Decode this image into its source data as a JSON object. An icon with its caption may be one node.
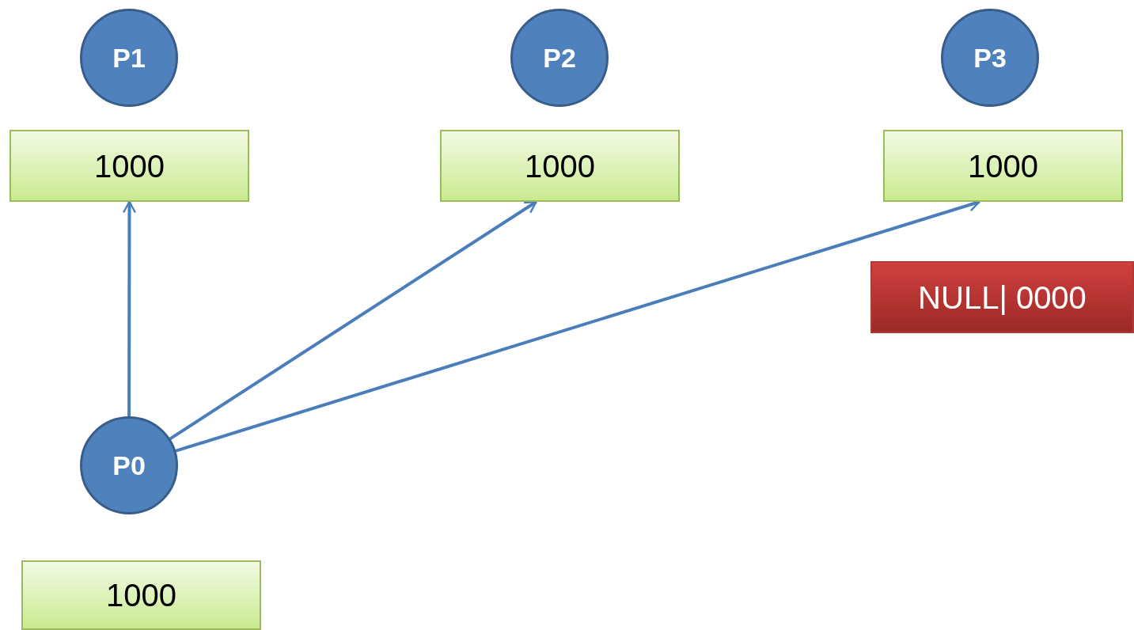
{
  "diagram": {
    "nodes": [
      {
        "text": [
          "P1"
        ]
      },
      {
        "text": [
          "1000"
        ]
      },
      {
        "text": [
          "P2"
        ]
      },
      {
        "text": [
          "1000"
        ]
      },
      {
        "text": [
          "P3"
        ]
      },
      {
        "text": [
          "1000"
        ]
      },
      {
        "text": [
          "NULL| 0000"
        ]
      },
      {
        "text": [
          "P0"
        ]
      },
      {
        "text": [
          "1000"
        ]
      }
    ],
    "edges": [
      {
        "from": 7,
        "to": 1,
        "arrow": "to"
      },
      {
        "from": 7,
        "to": 3,
        "arrow": "to"
      },
      {
        "from": 7,
        "to": 5,
        "arrow": "to"
      }
    ]
  }
}
